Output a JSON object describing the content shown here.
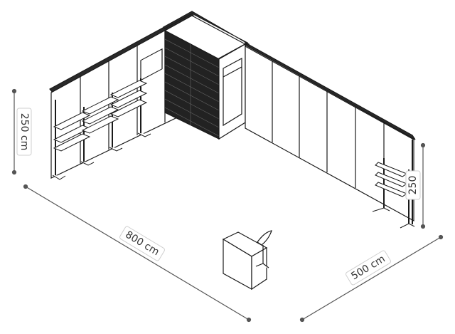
{
  "diagram": {
    "type": "isometric floor plan / booth layout (line drawing)",
    "dimensions": {
      "height_left": "250 cm",
      "width_long": "800 cm",
      "depth_right": "500 cm",
      "height_right": "250"
    },
    "colors": {
      "stroke": "#1a1a1a",
      "dim_line": "#555555",
      "dim_text": "#333333",
      "dark_panel": "#222222",
      "label_bg": "#ffffff",
      "label_border": "#cfcfcf"
    }
  }
}
